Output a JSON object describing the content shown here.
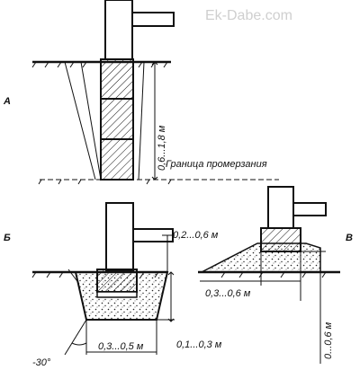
{
  "watermark": "Ek-Dabe.com",
  "labels": {
    "variant_a": "А",
    "variant_b": "Б",
    "variant_v": "В",
    "freeze_boundary": "Граница промерзания",
    "dim_a_depth": "0,6...1,8 м",
    "dim_b_above": "0,2...0,6 м",
    "dim_b_below": "0,1...0,3 м",
    "dim_b_width": "0,3...0,5 м",
    "angle": "-30°",
    "dim_v_width": "0,3...0,6 м",
    "dim_v_depth": "0...0,6 м"
  }
}
